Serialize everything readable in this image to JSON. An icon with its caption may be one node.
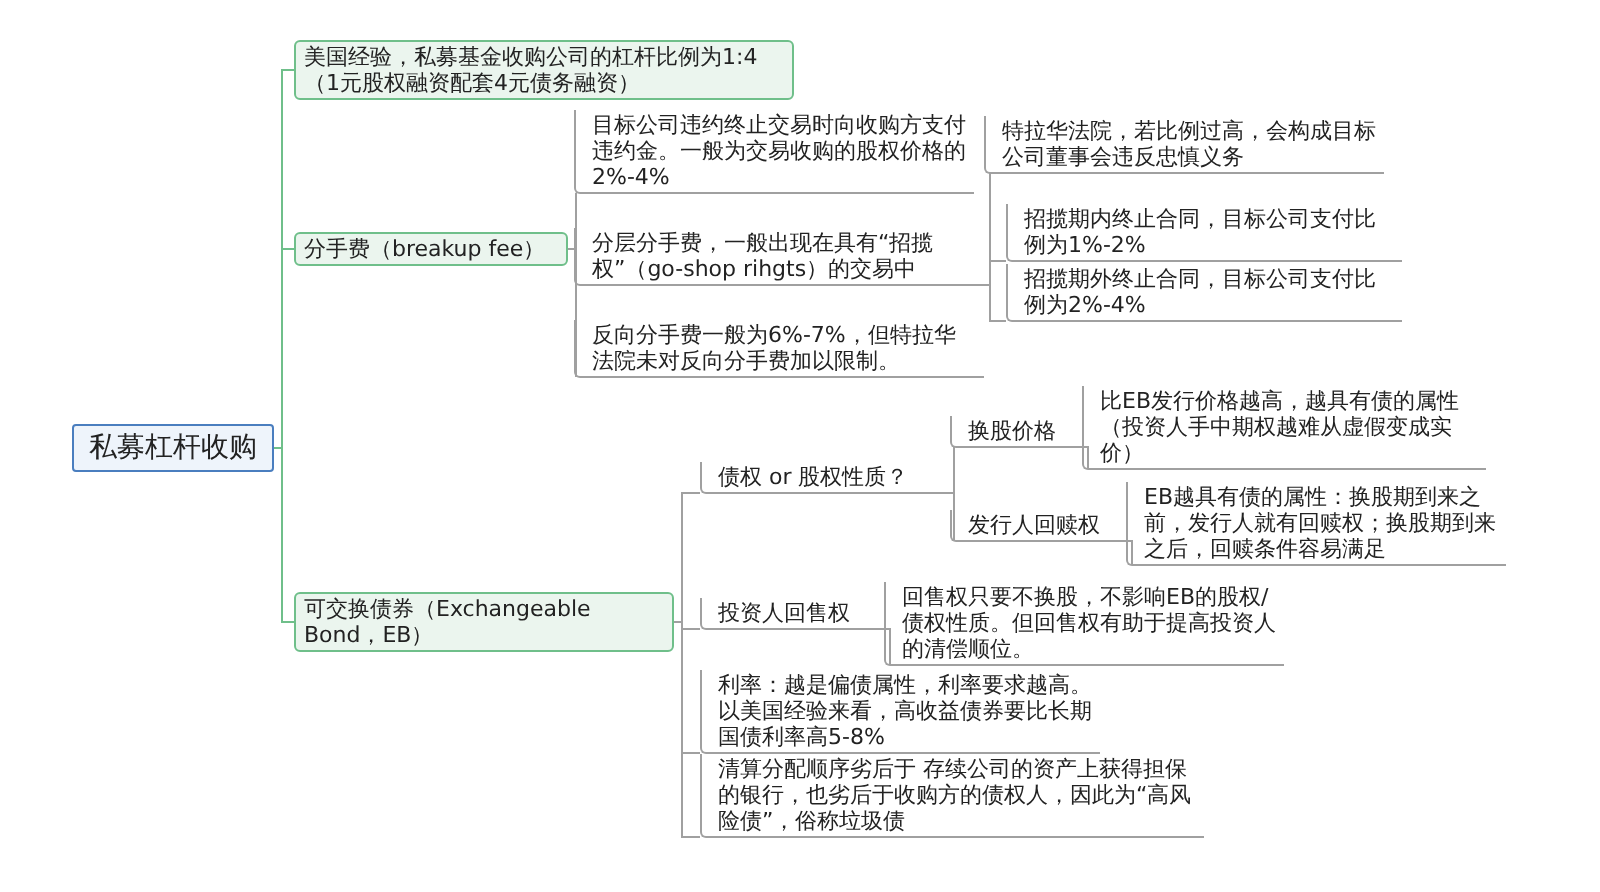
{
  "diagram": {
    "nodes": [
      {
        "text": [
          "私募杠杆收购"
        ]
      },
      {
        "text": [
          "美国经验，私募基金收购公司的杠杆比例为1:4（1元股权融资配套4元债务融资）"
        ]
      },
      {
        "text": [
          "分手费（breakup fee）"
        ]
      },
      {
        "text": [
          "目标公司违约终止交易时向收购方支付违约金。一般为交易收购的股权价格的2%-4%"
        ]
      },
      {
        "text": [
          "分层分手费，一般出现在具有“招揽权”（go-shop rihgts）的交易中"
        ]
      },
      {
        "text": [
          "反向分手费一般为6%-7%，但特拉华法院未对反向分手费加以限制。"
        ]
      },
      {
        "text": [
          "特拉华法院，若比例过高，会构成目标公司董事会违反忠慎义务"
        ]
      },
      {
        "text": [
          "招揽期内终止合同，目标公司支付比例为1%-2%"
        ]
      },
      {
        "text": [
          "招揽期外终止合同，目标公司支付比例为2%-4%"
        ]
      },
      {
        "text": [
          "可交换债券（Exchangeable Bond，EB）"
        ]
      },
      {
        "text": [
          "债权 or 股权性质？"
        ]
      },
      {
        "text": [
          "换股价格"
        ]
      },
      {
        "text": [
          "比EB发行价格越高，越具有债的属性（投资人手中期权越难从虚假变成实价）"
        ]
      },
      {
        "text": [
          "发行人回赎权"
        ]
      },
      {
        "text": [
          "EB越具有债的属性：换股期到来之前，发行人就有回赎权；换股期到来之后，回赎条件容易满足"
        ]
      },
      {
        "text": [
          "投资人回售权"
        ]
      },
      {
        "text": [
          "回售权只要不换股，不影响EB的股权/债权性质。但回售权有助于提高投资人的清偿顺位。"
        ]
      },
      {
        "text": [
          "利率：越是偏债属性，利率要求越高。以美国经验来看，高收益债券要比长期国债利率高5-8%"
        ]
      },
      {
        "text": [
          "清算分配顺序劣后于 存续公司的资产上获得担保的银行，也劣后于收购方的债权人，因此为“高风险债”，俗称垃圾债"
        ]
      }
    ],
    "edges": [
      {
        "from": 0,
        "to": 1,
        "arrow": "none",
        "color": "#6fbf8a"
      },
      {
        "from": 0,
        "to": 2,
        "arrow": "none",
        "color": "#6fbf8a"
      },
      {
        "from": 0,
        "to": 9,
        "arrow": "none",
        "color": "#6fbf8a"
      },
      {
        "from": 2,
        "to": 3,
        "arrow": "none"
      },
      {
        "from": 2,
        "to": 4,
        "arrow": "none"
      },
      {
        "from": 2,
        "to": 5,
        "arrow": "none"
      },
      {
        "from": 4,
        "to": 6,
        "arrow": "none"
      },
      {
        "from": 4,
        "to": 7,
        "arrow": "none"
      },
      {
        "from": 4,
        "to": 8,
        "arrow": "none"
      },
      {
        "from": 9,
        "to": 10,
        "arrow": "none"
      },
      {
        "from": 9,
        "to": 15,
        "arrow": "none"
      },
      {
        "from": 9,
        "to": 17,
        "arrow": "none"
      },
      {
        "from": 9,
        "to": 18,
        "arrow": "none"
      },
      {
        "from": 10,
        "to": 11,
        "arrow": "none"
      },
      {
        "from": 10,
        "to": 13,
        "arrow": "none"
      },
      {
        "from": 11,
        "to": 12,
        "arrow": "none"
      },
      {
        "from": 13,
        "to": 14,
        "arrow": "none"
      },
      {
        "from": 15,
        "to": 16,
        "arrow": "none"
      }
    ]
  }
}
